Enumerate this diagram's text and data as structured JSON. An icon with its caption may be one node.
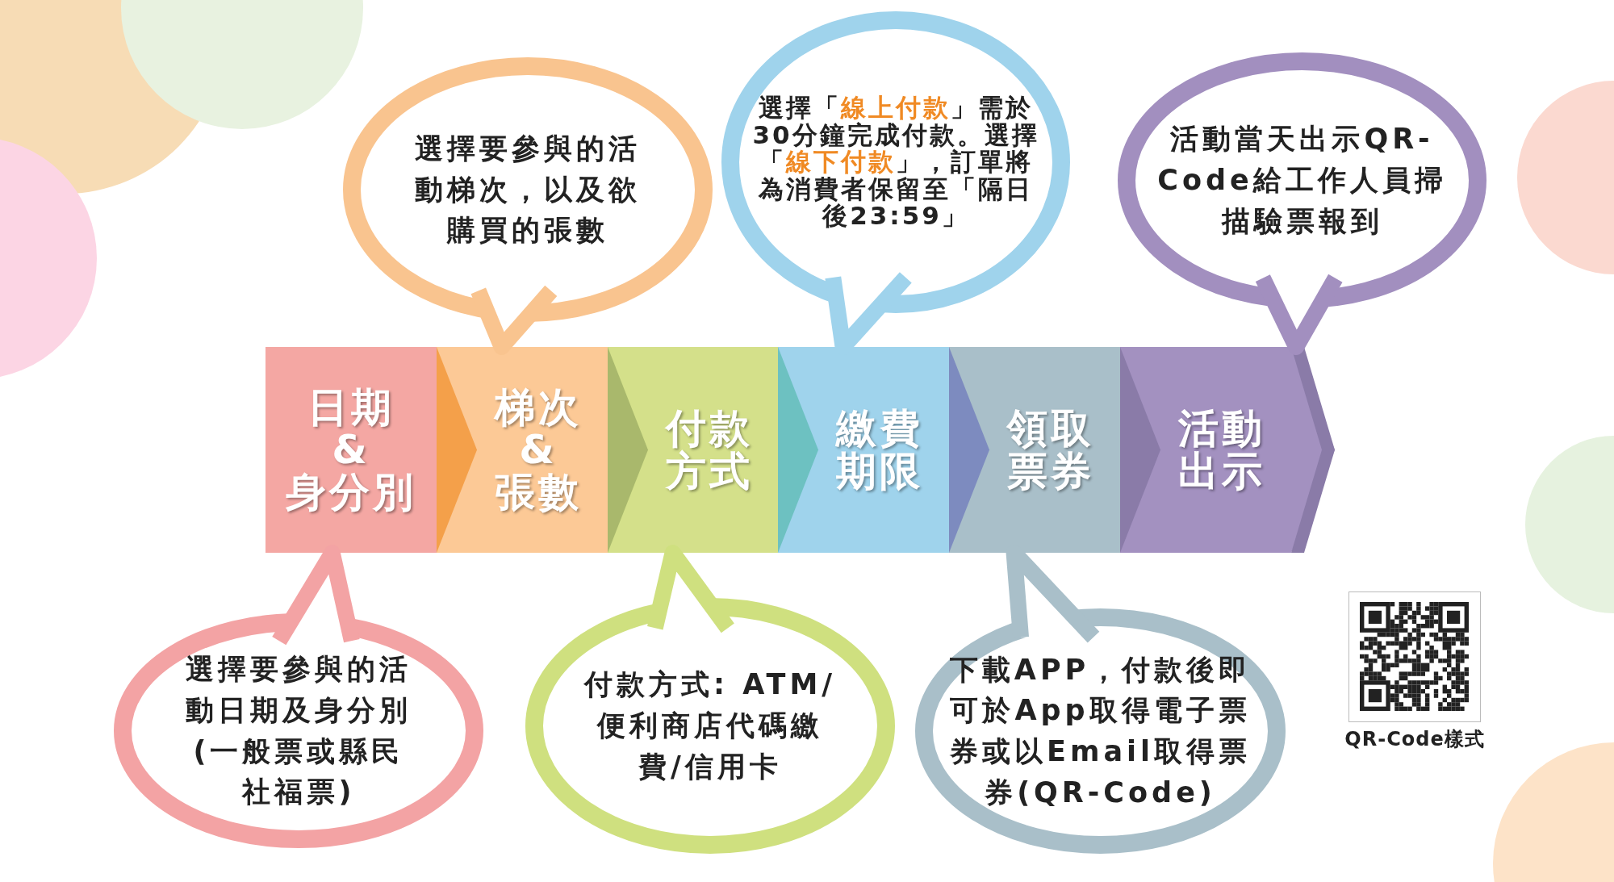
{
  "diagram": {
    "nodes": [
      {
        "text": [
          "日期 & 身分別"
        ]
      },
      {
        "text": [
          "梯次 & 張數"
        ]
      },
      {
        "text": [
          "付款方式"
        ]
      },
      {
        "text": [
          "繳費期限"
        ]
      },
      {
        "text": [
          "領取票券"
        ]
      },
      {
        "text": [
          "活動出示"
        ]
      },
      {
        "text": [
          "選擇要參與的活動日期及身分別(一般票或縣民社福票)"
        ]
      },
      {
        "text": [
          "選擇要參與的活動梯次，以及欲購買的張數"
        ]
      },
      {
        "text": [
          "付款方式: ATM/便利商店代碼繳費/信用卡"
        ]
      },
      {
        "text": [
          "選擇「**線上付款**」需於30分鐘完成付款。選擇「**線下付款**」，訂單將為消費者保留至「隔日後23:59」"
        ]
      },
      {
        "text": [
          "下載APP，付款後即可於App取得電子票券或以Email取得票券(QR-Code)"
        ]
      },
      {
        "text": [
          "活動當天出示QR-Code給工作人員掃描驗票報到"
        ]
      }
    ],
    "edges": [
      {
        "from": 6,
        "to": 0,
        "arrow": "to",
        "color": "#f3a3a4"
      },
      {
        "from": 7,
        "to": 1,
        "arrow": "to",
        "color": "#f9c48f"
      },
      {
        "from": 8,
        "to": 2,
        "arrow": "to",
        "color": "#cfe07f"
      },
      {
        "from": 9,
        "to": 3,
        "arrow": "to",
        "color": "#9fd3ec"
      },
      {
        "from": 10,
        "to": 4,
        "arrow": "to",
        "color": "#a9bfc9"
      },
      {
        "from": 11,
        "to": 5,
        "arrow": "to",
        "color": "#a28fbf"
      }
    ],
    "labels": [
      "QR-Code樣式"
    ]
  }
}
